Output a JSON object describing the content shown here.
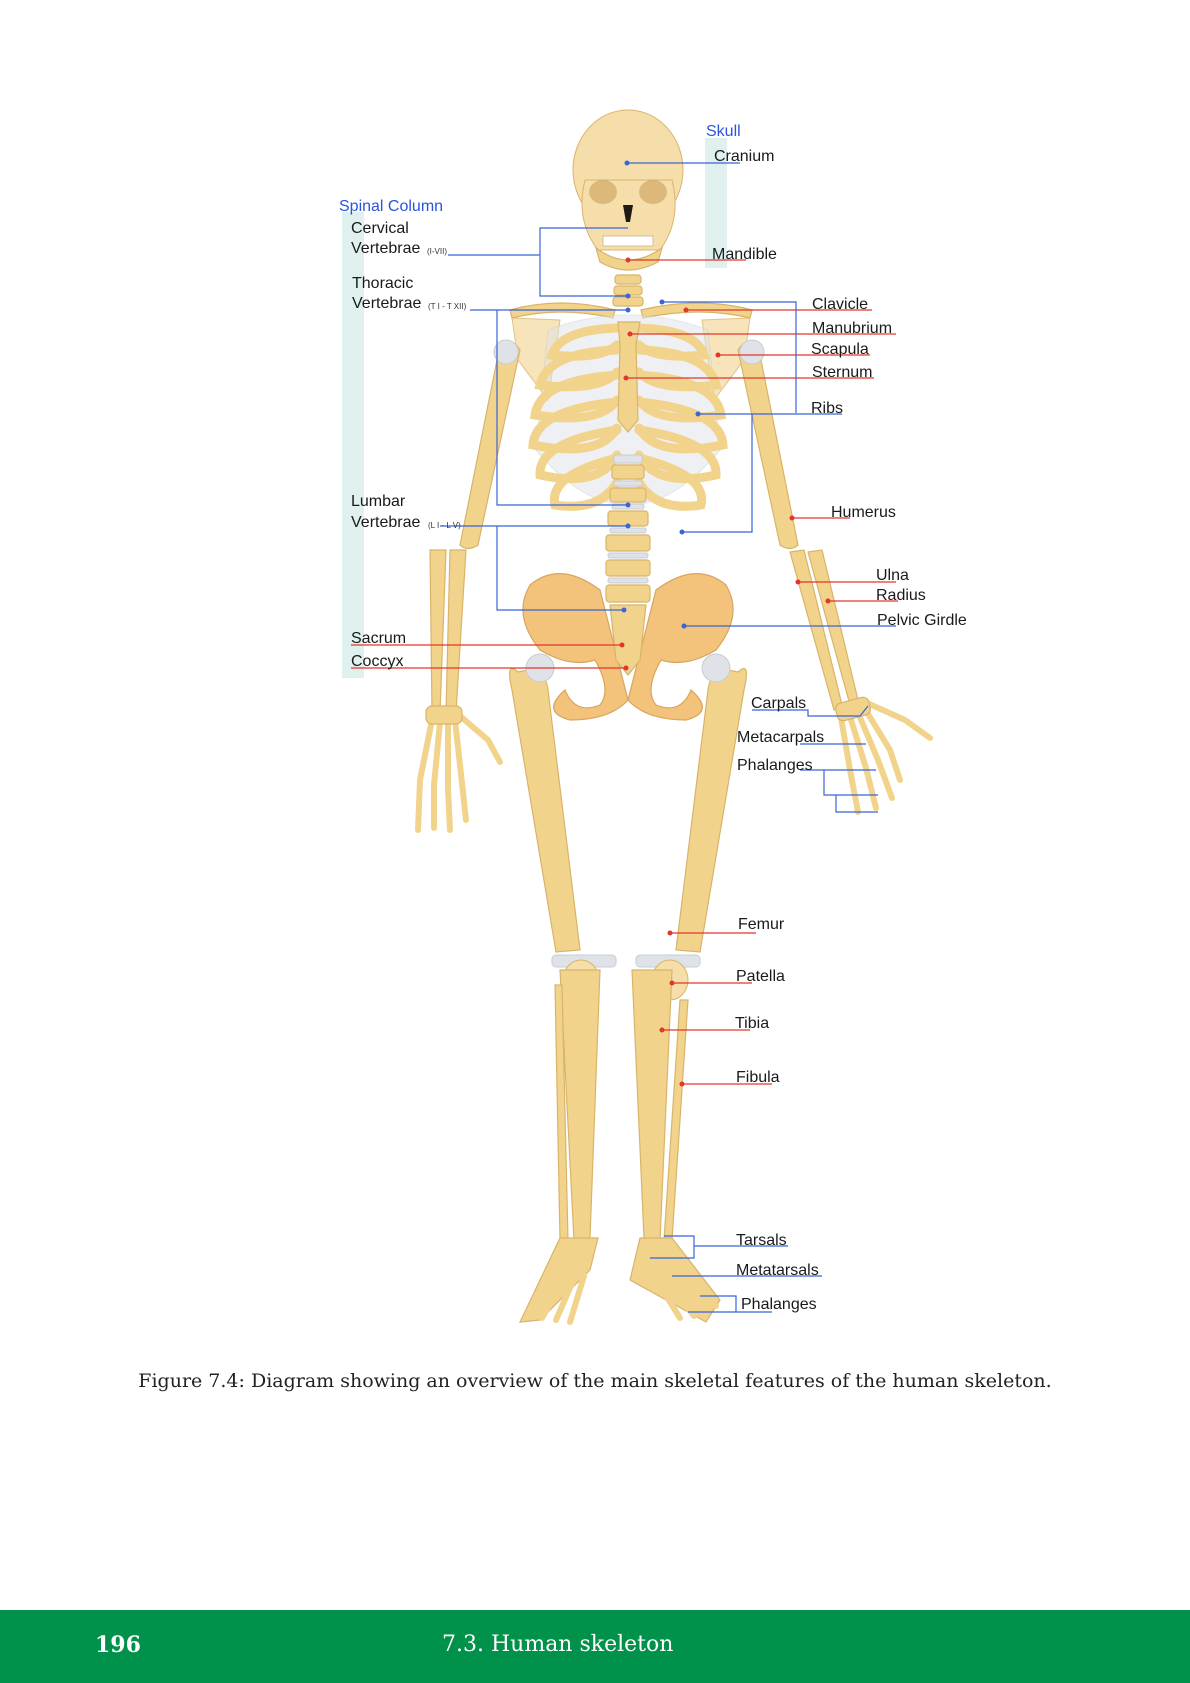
{
  "diagram": {
    "groups": {
      "skull": "Skull",
      "spinal_column": "Spinal Column"
    },
    "labels": {
      "cranium": "Cranium",
      "mandible": "Mandible",
      "cervical_1": "Cervical",
      "cervical_2": "Vertebrae",
      "cervical_sub": "(I-VII)",
      "thoracic_1": "Thoracic",
      "thoracic_2": "Vertebrae",
      "thoracic_sub": "(T I - T XII)",
      "lumbar_1": "Lumbar",
      "lumbar_2": "Vertebrae",
      "lumbar_sub": "(L I - L V)",
      "sacrum": "Sacrum",
      "coccyx": "Coccyx",
      "clavicle": "Clavicle",
      "manubrium": "Manubrium",
      "scapula": "Scapula",
      "sternum": "Sternum",
      "ribs": "Ribs",
      "humerus": "Humerus",
      "ulna": "Ulna",
      "radius": "Radius",
      "pelvic_girdle": "Pelvic Girdle",
      "carpals": "Carpals",
      "metacarpals": "Metacarpals",
      "phalanges_hand": "Phalanges",
      "femur": "Femur",
      "patella": "Patella",
      "tibia": "Tibia",
      "fibula": "Fibula",
      "tarsals": "Tarsals",
      "metatarsals": "Metatarsals",
      "phalanges_foot": "Phalanges"
    }
  },
  "caption": "Figure 7.4: Diagram showing an overview of the main skeletal features of the human skeleton.",
  "footer": {
    "page_number": "196",
    "section": "7.3.   Human skeleton"
  },
  "colors": {
    "footer_bg": "#00914a",
    "pointer_blue": "#3a64d8",
    "pointer_red": "#e0372c",
    "bone": "#f2d38c"
  }
}
